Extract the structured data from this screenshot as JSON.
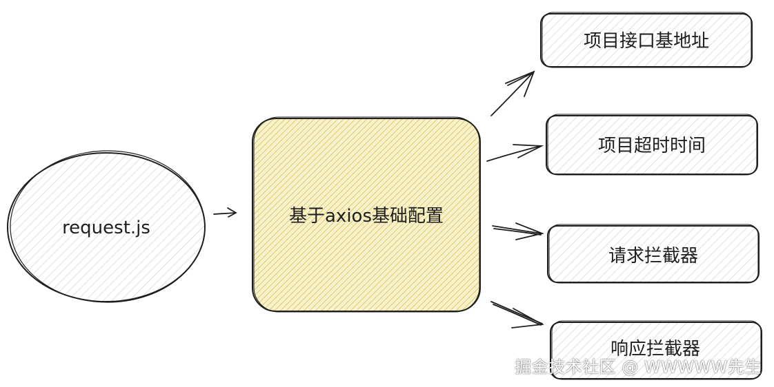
{
  "diagram": {
    "nodes": {
      "source": {
        "label": "request.js"
      },
      "center": {
        "label": "基于axios基础配置"
      },
      "outputs": [
        {
          "label": "项目接口基地址"
        },
        {
          "label": "项目超时时间"
        },
        {
          "label": "请求拦截器"
        },
        {
          "label": "响应拦截器"
        }
      ]
    },
    "colors": {
      "stroke": "#1e1e1e",
      "hatch_gray": "#c9c9c9",
      "hatch_yellow": "#d8c455",
      "center_fill": "#f6efc4"
    }
  },
  "watermark": {
    "text": "掘金技术社区 @ WWWWW先生"
  }
}
